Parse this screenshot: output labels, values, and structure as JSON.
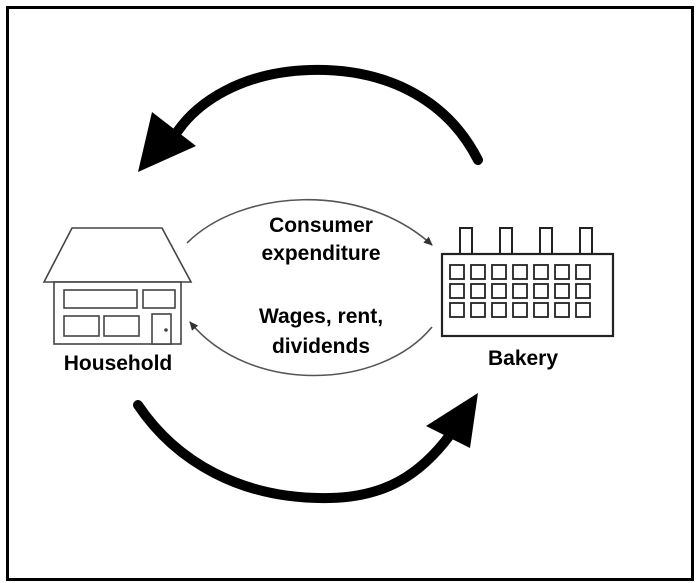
{
  "nodes": {
    "household": {
      "label": "Household"
    },
    "bakery": {
      "label": "Bakery"
    }
  },
  "flows": {
    "consumer_expenditure": {
      "line1": "Consumer",
      "line2": "expenditure"
    },
    "wages": {
      "line1": "Wages, rent,",
      "line2": "dividends"
    }
  },
  "colors": {
    "border": "#000000",
    "outline": "#444444",
    "inner_arrow": "#555555",
    "outer_arrow": "#000000"
  }
}
